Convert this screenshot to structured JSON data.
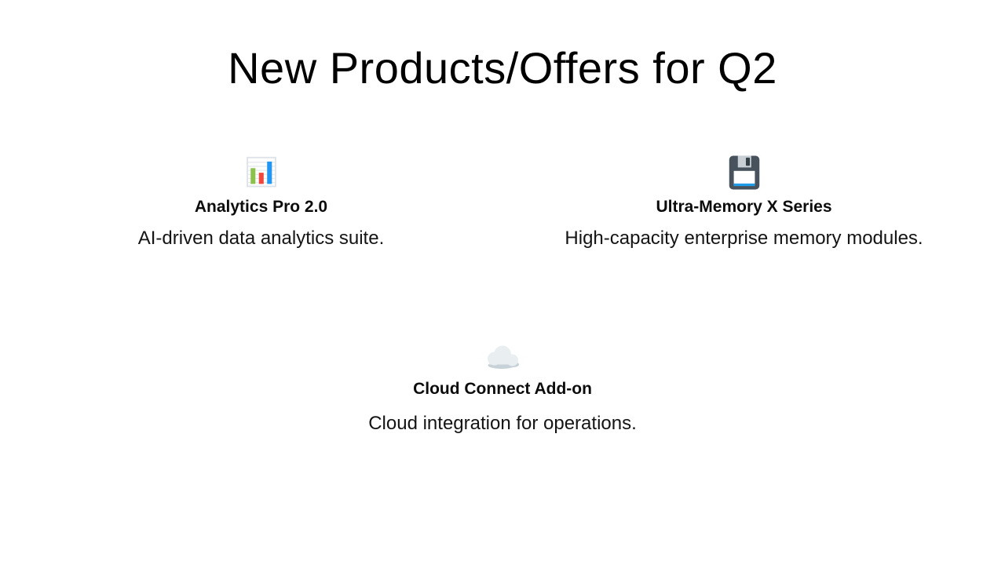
{
  "slide": {
    "title": "New Products/Offers for Q2",
    "items": [
      {
        "icon": "bar-chart-icon",
        "name": "Analytics Pro 2.0",
        "description": "AI-driven data analytics suite."
      },
      {
        "icon": "floppy-disk-icon",
        "name": "Ultra-Memory X Series",
        "description": "High-capacity enterprise memory modules."
      },
      {
        "icon": "cloud-icon",
        "name": "Cloud Connect Add-on",
        "description": "Cloud integration for operations."
      }
    ]
  }
}
